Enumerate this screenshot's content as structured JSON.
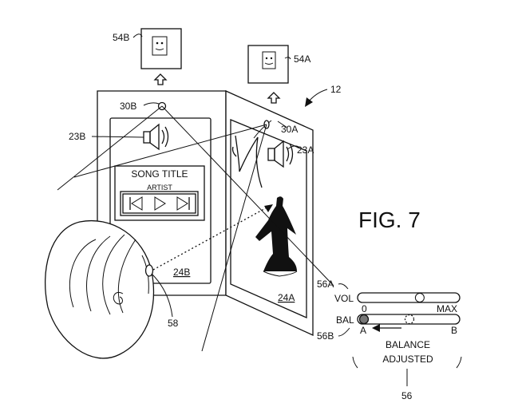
{
  "figure": {
    "title": "FIG. 7",
    "device_ref": "12",
    "left_panel": {
      "screen_ref": "24B",
      "speaker_ref": "23B",
      "camera_ref": "30B",
      "detached_ref": "54B",
      "player": {
        "song_title": "SONG TITLE",
        "artist": "ARTIST"
      }
    },
    "right_panel": {
      "screen_ref": "24A",
      "speaker_ref": "23A",
      "camera_ref": "30A",
      "detached_ref": "54A"
    },
    "user_ear_ref": "58",
    "controls": {
      "ref": "56",
      "vol_ref": "56A",
      "bal_ref": "56B",
      "vol_label": "VOL",
      "vol_min": "0",
      "vol_max": "MAX",
      "vol_level": 0.62,
      "bal_label": "BAL",
      "bal_left": "A",
      "bal_right": "B",
      "caption_line1": "BALANCE",
      "caption_line2": "ADJUSTED"
    }
  }
}
